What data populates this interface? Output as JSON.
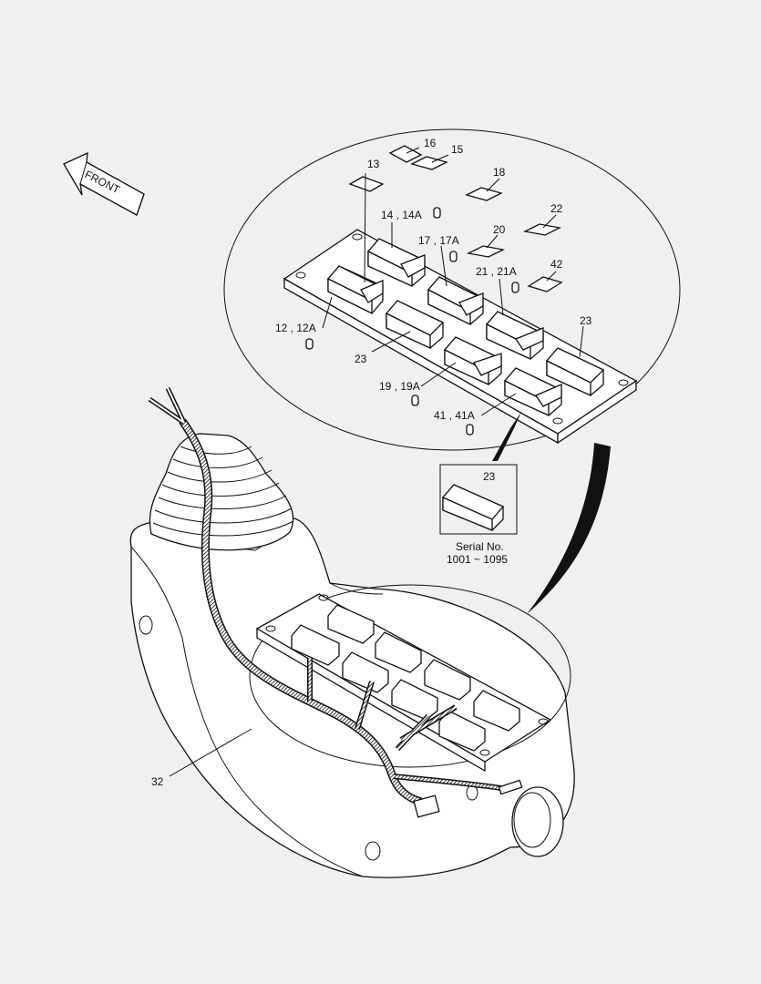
{
  "front_label": "FRONT",
  "labels": {
    "p13": "13",
    "p16": "16",
    "p15": "15",
    "p18": "18",
    "p14": "14 , 14A",
    "p22": "22",
    "p17": "17 , 17A",
    "p20": "20",
    "p21": "21 , 21A",
    "p42": "42",
    "p23a": "23",
    "p12": "12 , 12A",
    "p23b": "23",
    "p19": "19 , 19A",
    "p41": "41 , 41A",
    "p23c": "23",
    "p32": "32"
  },
  "inset": {
    "serial_label": "Serial No.",
    "serial_range": "1001 ~ 1095"
  }
}
